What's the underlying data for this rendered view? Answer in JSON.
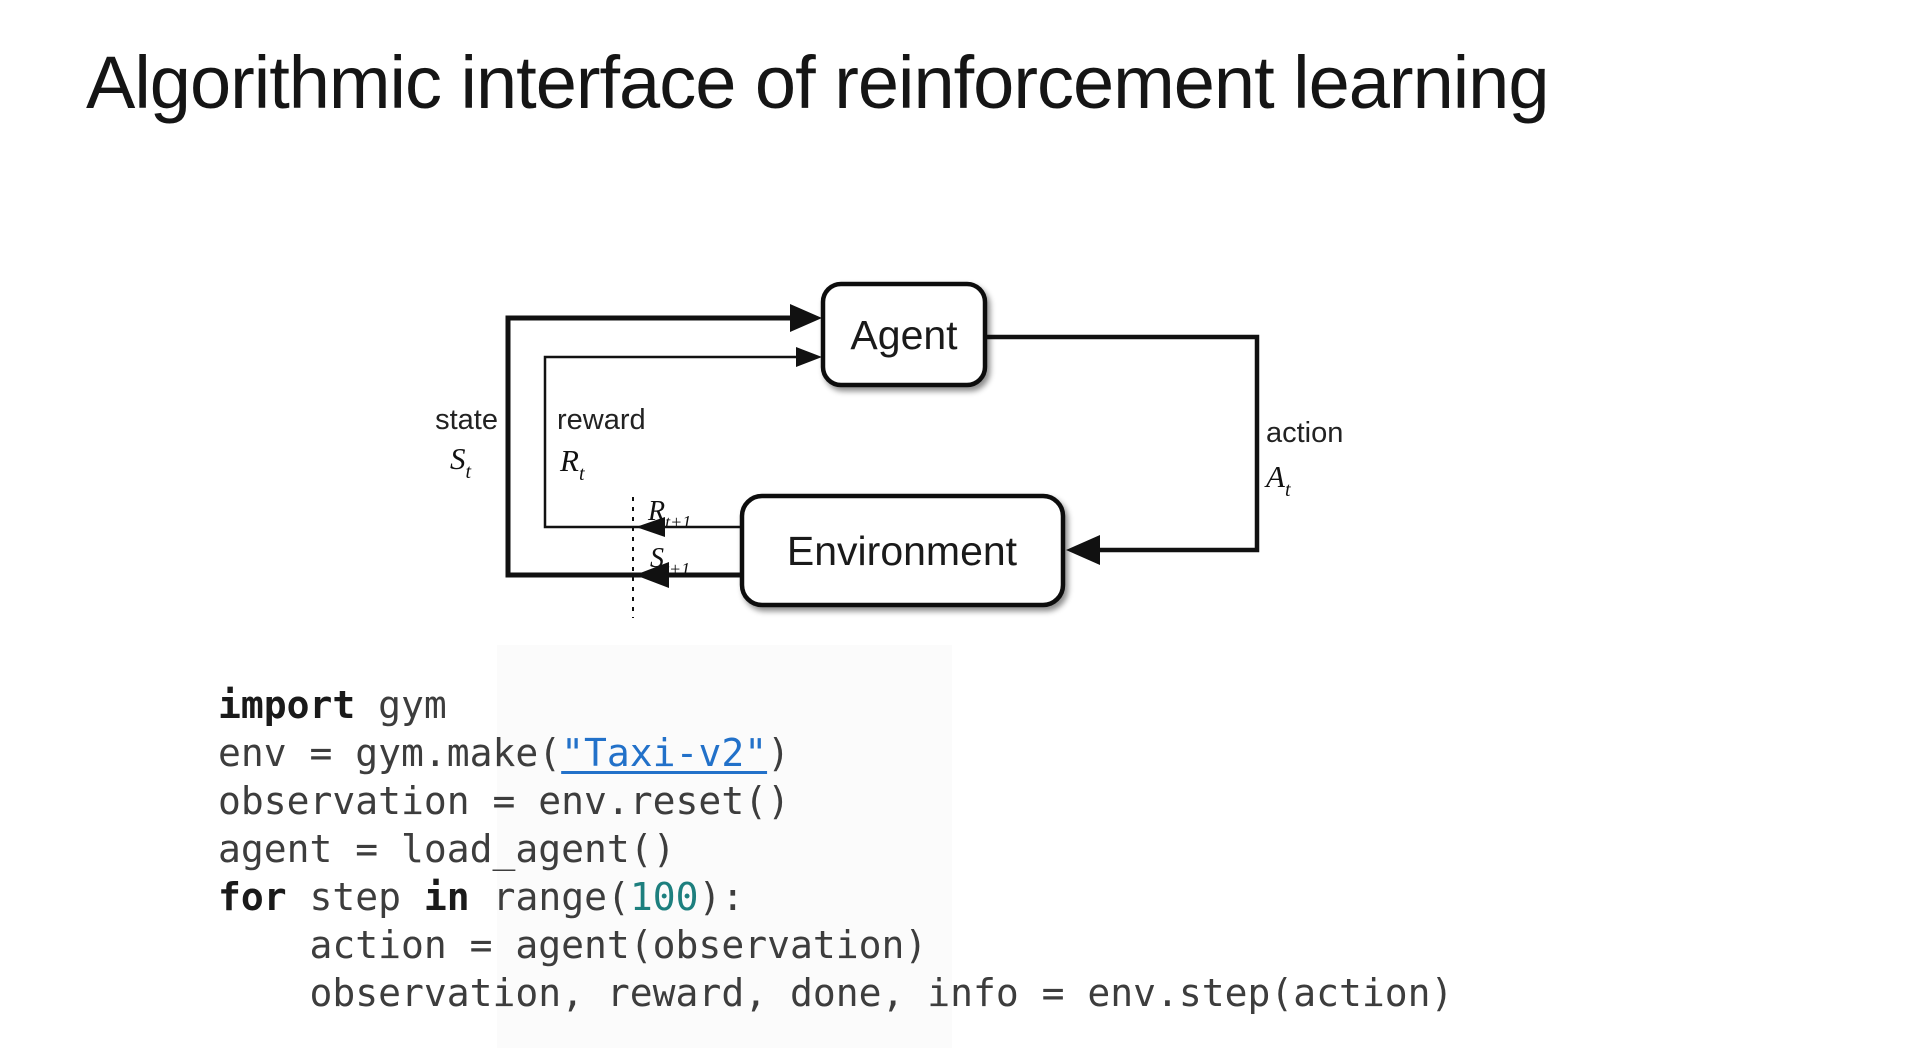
{
  "title": "Algorithmic interface of reinforcement learning",
  "diagram": {
    "agent_label": "Agent",
    "environment_label": "Environment",
    "state": {
      "label": "state",
      "symbol": "S",
      "sub": "t"
    },
    "reward": {
      "label": "reward",
      "symbol": "R",
      "sub": "t"
    },
    "action": {
      "label": "action",
      "symbol": "A",
      "sub": "t"
    },
    "next_reward": {
      "symbol": "R",
      "sub": "t+1"
    },
    "next_state": {
      "symbol": "S",
      "sub": "t+1"
    },
    "line_color": "#111111"
  },
  "code": {
    "colors": {
      "keyword": "#1a1a1a",
      "default": "#3d3d3d",
      "number": "#1d7f7e",
      "link": "#2271c9"
    },
    "lines": [
      [
        [
          "kw",
          "import"
        ],
        [
          "pl",
          " gym"
        ]
      ],
      [
        [
          "pl",
          "env = gym.make("
        ],
        [
          "link",
          "\"Taxi-v2\""
        ],
        [
          "pl",
          ")"
        ]
      ],
      [
        [
          "pl",
          "observation = env.reset()"
        ]
      ],
      [
        [
          "pl",
          "agent = load_agent()"
        ]
      ],
      [
        [
          "kw",
          "for"
        ],
        [
          "pl",
          " step "
        ],
        [
          "kw",
          "in"
        ],
        [
          "pl",
          " range("
        ],
        [
          "num",
          "100"
        ],
        [
          "pl",
          "):"
        ]
      ],
      [
        [
          "pl",
          "    action = agent(observation)"
        ]
      ],
      [
        [
          "pl",
          "    observation, reward, done, info = env.step(action)"
        ]
      ]
    ]
  }
}
